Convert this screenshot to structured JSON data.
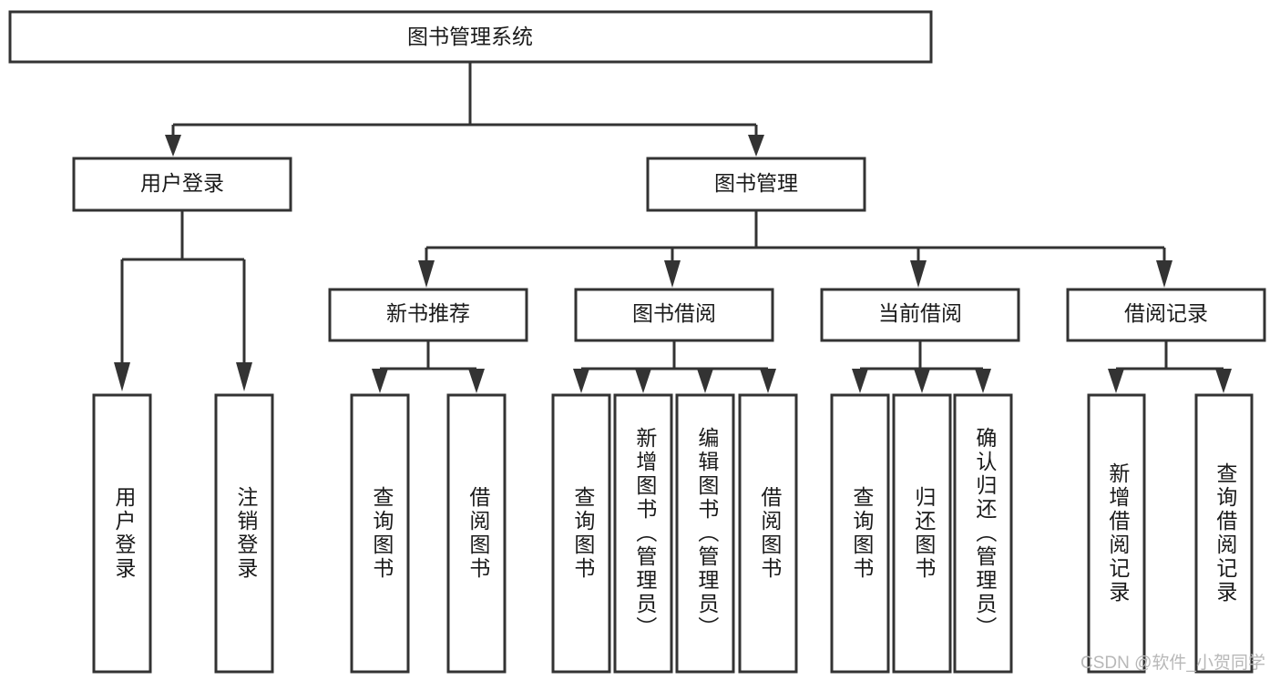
{
  "diagram": {
    "title": "图书管理系统",
    "type": "tree-hierarchy-chart",
    "watermark": "CSDN @软件_小贺同学",
    "colors": {
      "background": "#ffffff",
      "box_fill": "#ffffff",
      "box_stroke": "#333333",
      "text": "#1a1a1a",
      "watermark": "#b8b8b8"
    },
    "root": {
      "label": "图书管理系统",
      "orientation": "horizontal"
    },
    "level1": [
      {
        "label": "用户登录",
        "orientation": "horizontal"
      },
      {
        "label": "图书管理",
        "orientation": "horizontal"
      }
    ],
    "level2": [
      {
        "label": "新书推荐",
        "orientation": "horizontal"
      },
      {
        "label": "图书借阅",
        "orientation": "horizontal"
      },
      {
        "label": "当前借阅",
        "orientation": "horizontal"
      },
      {
        "label": "借阅记录",
        "orientation": "horizontal"
      }
    ],
    "leaves": {
      "user_login": [
        {
          "label": "用户登录",
          "orientation": "vertical"
        },
        {
          "label": "注销登录",
          "orientation": "vertical"
        }
      ],
      "new_book_recommend": [
        {
          "label": "查询图书",
          "orientation": "vertical"
        },
        {
          "label": "借阅图书",
          "orientation": "vertical"
        }
      ],
      "book_borrow": [
        {
          "label": "查询图书",
          "orientation": "vertical"
        },
        {
          "label": "新增图书（管理员）",
          "orientation": "vertical"
        },
        {
          "label": "编辑图书（管理员）",
          "orientation": "vertical"
        },
        {
          "label": "借阅图书",
          "orientation": "vertical"
        }
      ],
      "current_borrow": [
        {
          "label": "查询图书",
          "orientation": "vertical"
        },
        {
          "label": "归还图书",
          "orientation": "vertical"
        },
        {
          "label": "确认归还（管理员）",
          "orientation": "vertical"
        }
      ],
      "borrow_record": [
        {
          "label": "新增借阅记录",
          "orientation": "vertical"
        },
        {
          "label": "查询借阅记录",
          "orientation": "vertical"
        }
      ]
    }
  }
}
